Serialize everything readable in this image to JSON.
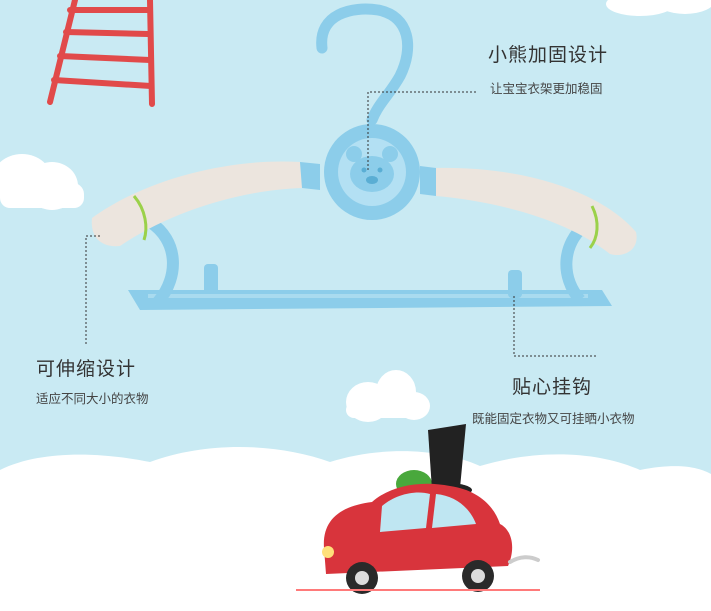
{
  "features": [
    {
      "title": "小熊加固设计",
      "subtitle": "让宝宝衣架更加稳固"
    },
    {
      "title": "可伸缩设计",
      "subtitle": "适应不同大小的衣物"
    },
    {
      "title": "贴心挂钩",
      "subtitle": "既能固定衣物又可挂晒小衣物"
    }
  ],
  "colors": {
    "background": "#c9eaf3",
    "hanger_blue": "#8ccdea",
    "hanger_arm": "#ece5de",
    "ladder_red": "#e14a4a",
    "car_red": "#d8343c",
    "hat_black": "#222222",
    "cloud_white": "#ffffff",
    "leader_line": "#333333"
  },
  "icons": {
    "hanger": "hanger-illustration",
    "bear": "bear-face-icon",
    "ladder": "ladder-illustration",
    "car": "cartoon-car-illustration"
  }
}
